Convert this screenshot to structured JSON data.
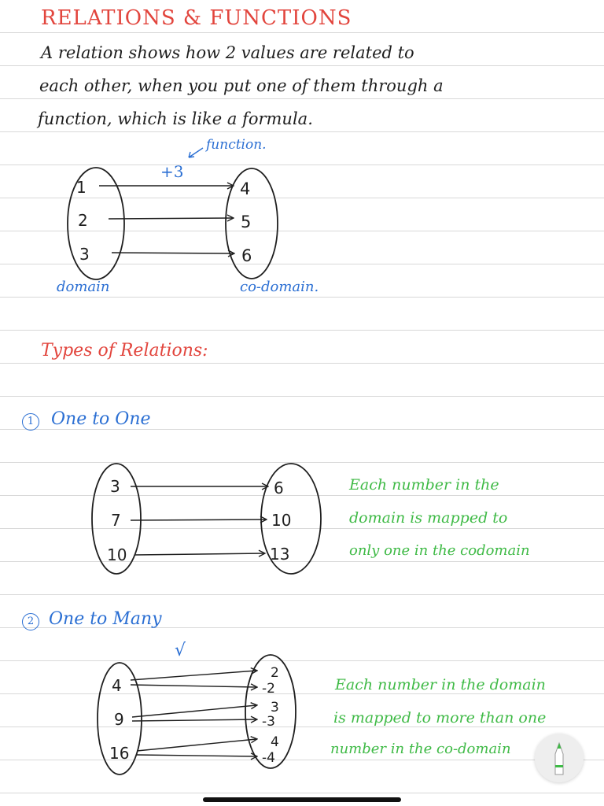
{
  "title": "RELATIONS & FUNCTIONS",
  "intro": {
    "line1": "A relation shows how 2 values are related to",
    "line2": "each other, when you put one of them through a",
    "line3": "function, which is like a formula."
  },
  "diagram1": {
    "function_label": "function.",
    "rule": "+3",
    "domain_values": [
      "1",
      "2",
      "3"
    ],
    "codomain_values": [
      "4",
      "5",
      "6"
    ],
    "domain_label": "domain",
    "codomain_label": "co-domain."
  },
  "types_heading": "Types of Relations:",
  "one_to_one": {
    "heading": "One to One",
    "number": "1",
    "domain_values": [
      "3",
      "7",
      "10"
    ],
    "codomain_values": [
      "6",
      "10",
      "13"
    ],
    "note": {
      "line1": "Each number in the",
      "line2": "domain is mapped to",
      "line3": "only one in the codomain"
    }
  },
  "one_to_many": {
    "heading": "One to Many",
    "number": "2",
    "rule_symbol": "√",
    "domain_values": [
      "4",
      "9",
      "16"
    ],
    "codomain_values": [
      "2",
      "-2",
      "3",
      "-3",
      "4",
      "-4"
    ],
    "note": {
      "line1": "Each number in the domain",
      "line2": "is mapped to more than one",
      "line3": "number in the co-domain"
    }
  },
  "colors": {
    "title": "#e2453d",
    "body": "#1f1f1f",
    "labels": "#2b6fd3",
    "notes": "#3fba46"
  },
  "icons": {
    "pencil_button": "pencil-icon"
  }
}
